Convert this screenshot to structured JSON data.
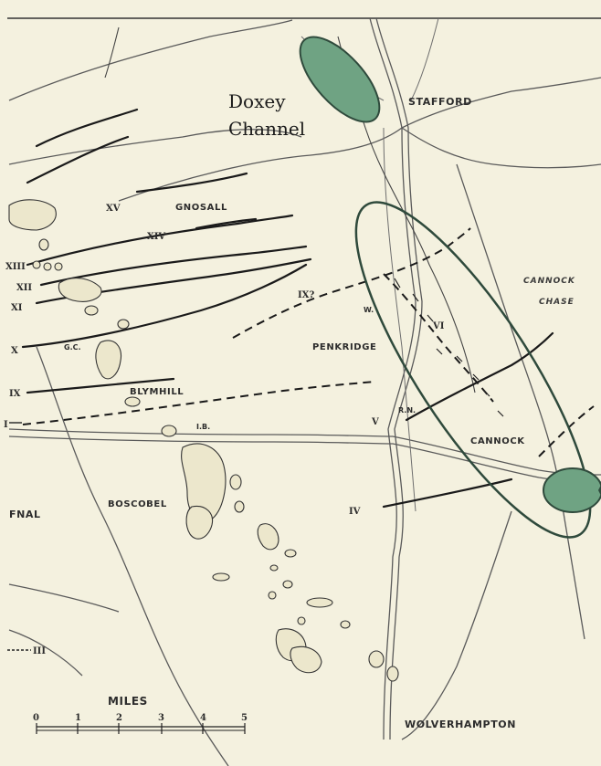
{
  "places": {
    "stafford": "STAFFORD",
    "gnosall": "GNOSALL",
    "penkridge": "PENKRIDGE",
    "cannock": "CANNOCK",
    "cannock_chase_1": "CANNOCK",
    "cannock_chase_2": "CHASE",
    "blymhill": "BLYMHILL",
    "boscobel": "BOSCOBEL",
    "wolverhampton": "WOLVERHAMPTON",
    "shifnal_partial": "FNAL"
  },
  "moraine_labels": {
    "xv": "XV",
    "xiv": "XIV",
    "xiii": "XIII",
    "xii": "XII",
    "xi": "XI",
    "x": "X",
    "ix": "IX",
    "ix_q": "IX?",
    "vi": "VI",
    "v": "V",
    "iv": "IV",
    "iii": "III",
    "i": "I"
  },
  "small_labels": {
    "gc": "G.C.",
    "ib": "I.B.",
    "rn": "R.N.",
    "w": "W."
  },
  "annotation": {
    "line1": "Doxey",
    "line2": "Channel"
  },
  "scale": {
    "title": "MILES",
    "ticks": [
      "0",
      "1",
      "2",
      "3",
      "4",
      "5"
    ]
  },
  "colors": {
    "paper": "#f4f1df",
    "highlight_fill": "#6fa383",
    "highlight_stroke": "#2f4a3c"
  }
}
